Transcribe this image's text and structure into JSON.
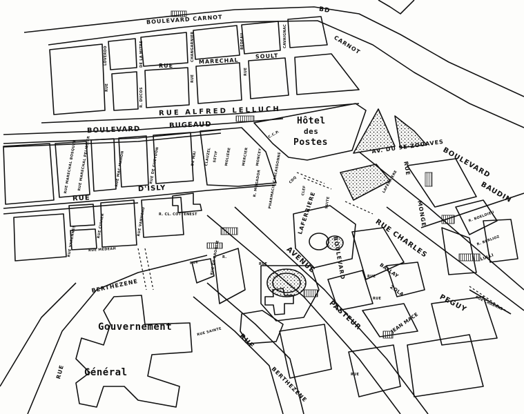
{
  "map": {
    "streets": {
      "boulevard_carnot_top": "BOULEVARD   CARNOT",
      "boulevard_carnot_right": "CARNOT",
      "bd_marker": "Bd",
      "rue_alfred_lelluch": "RUE   ALFRED   LELLUCH",
      "boulevard_bugeaud_1": "BOULEVARD",
      "boulevard_bugeaud_2": "BUGEAUD",
      "rue_disly_1": "RUE",
      "rue_disly_2": "D'ISLY",
      "rue_marechal_soult_1": "RUE",
      "rue_marechal_soult_2": "MARECHAL",
      "rue_marechal_soult_3": "SOULT",
      "av_9e_zouaves": "AV. DU 9e ZOUAVES",
      "boulevard_baudin_1": "BOULEVARD",
      "boulevard_baudin_2": "BAUDIN",
      "rue_charles": "RUE   CHARLES",
      "peguy": "PEGUY",
      "avenue_pasteur_1": "AVENUE",
      "avenue_pasteur_2": "PASTEUR",
      "rue_berthezene_1": "RUE",
      "rue_berthezene_2": "BERTHEZENE",
      "berthezene_left": "BERTHEZENE",
      "rue_left": "RUE",
      "rue_bab": "RUE",
      "boulevard_laferriere": "BOULEVARD",
      "laferriere": "LAFERRIERE",
      "laferriere_2": "LAFERRIERE",
      "rue_monge_1": "RUE",
      "rue_monge_2": "MONGE",
      "rue_zola": "RUE",
      "zola": "ZOLA",
      "rue_ballay": "RUE",
      "ballay": "BALLAY",
      "jean_mace": "JEAN MACE",
      "rue_charras": "RUE  CHARRAS",
      "r_berlioz": "R. BERLIOZ",
      "r_boeldieu": "R. BOELDIEU",
      "lulli": "LULLI",
      "rue_ducos": "R. DUCOS",
      "rue_loverdo": "LOVERDO",
      "rue_de_la_mitre": "DE LA MITRE",
      "rue_changarnier": "CHANGARNIER",
      "rue_bedeau": "BEDEAU",
      "rue_cavaignac": "CAVAIGNAC",
      "rue_small_1": "RUE",
      "rue_small_2": "RUE",
      "rue_small_3": "RUE",
      "rue_marechal_pelissier": "RUE MARECHAL PELISSIER",
      "rue_marechal_bosquet": "RUE MARECHAL BOSQUET",
      "rue_mac_mahon": "RUE MAC MAHON",
      "rue_de_guedon": "RUE DE GUEYDON",
      "rue_varennes": "RUE VARENNES",
      "rue_cuvier": "RUE CUVIER",
      "rue_medeah": "RUE  MEDEAH",
      "rue_vanneau": "RUE VANNEAU",
      "rue_de_broglie": "RUE DE BROGLIE",
      "rue_sainte": "RUE SAINTE",
      "r_cl_cottenest": "R. Cl. COTTENEST",
      "rue_dabu": "RUE",
      "r_bab": "R.",
      "rue_small_4": "RUE",
      "rue_small_5": "RUE",
      "pj1": "DE MAI",
      "pj2": "CLAUZEL",
      "pj3": "SETIF",
      "pj4": "MOLIERE",
      "pj5": "MERCIER",
      "pj6": "MONCEY",
      "ccp": "C.C.P.",
      "cdq": "CDQ",
      "rue_mogador": "R. MOGADOR",
      "pharmacie": "PHARMACIE CARCASSONNE",
      "clef": "CLEF",
      "suite": "SUITE"
    },
    "places": {
      "hotel_des_postes_1": "Hôtel",
      "hotel_des_postes_2": "des",
      "hotel_des_postes_3": "Postes",
      "gouvernement": "Gouvernement",
      "general": "Général"
    },
    "colors": {
      "ink": "#111111",
      "paper": "#fdfdfb",
      "hatch": "#222222"
    }
  }
}
